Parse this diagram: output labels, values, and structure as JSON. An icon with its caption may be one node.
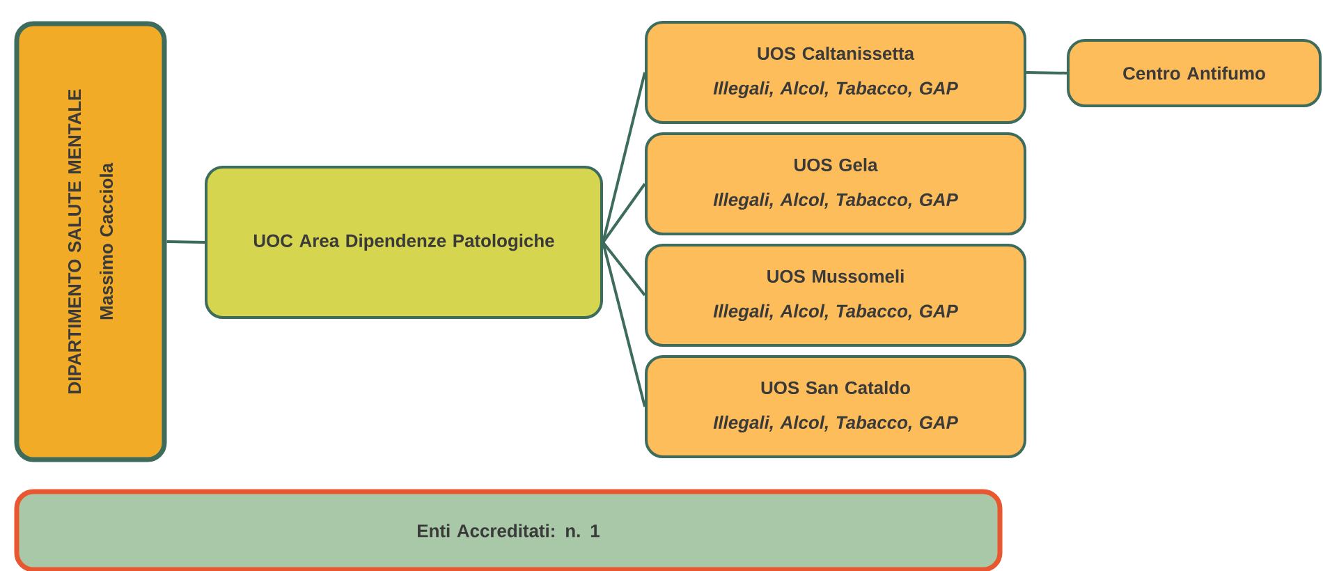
{
  "diagram": {
    "nodes": [
      {
        "text": [
          "DIPARTIMENTO SALUTE MENTALE",
          "Massimo Cacciola"
        ]
      },
      {
        "text": [
          "UOC Area Dipendenze Patologiche"
        ]
      },
      {
        "text": [
          "UOS Caltanissetta",
          "Illegali, Alcol, Tabacco, GAP"
        ]
      },
      {
        "text": [
          "UOS Gela",
          "Illegali, Alcol, Tabacco, GAP"
        ]
      },
      {
        "text": [
          "UOS Mussomeli",
          "Illegali, Alcol, Tabacco, GAP"
        ]
      },
      {
        "text": [
          "UOS San Cataldo",
          "Illegali, Alcol, Tabacco, GAP"
        ]
      },
      {
        "text": [
          "Centro Antifumo"
        ]
      },
      {
        "text": [
          "Enti Accreditati: n. 1"
        ]
      }
    ],
    "edges": [
      {
        "from": 0,
        "to": 1,
        "arrow": "none"
      },
      {
        "from": 1,
        "to": 2,
        "arrow": "none"
      },
      {
        "from": 1,
        "to": 3,
        "arrow": "none"
      },
      {
        "from": 1,
        "to": 4,
        "arrow": "none"
      },
      {
        "from": 1,
        "to": 5,
        "arrow": "none"
      },
      {
        "from": 2,
        "to": 6,
        "arrow": "none"
      }
    ]
  }
}
